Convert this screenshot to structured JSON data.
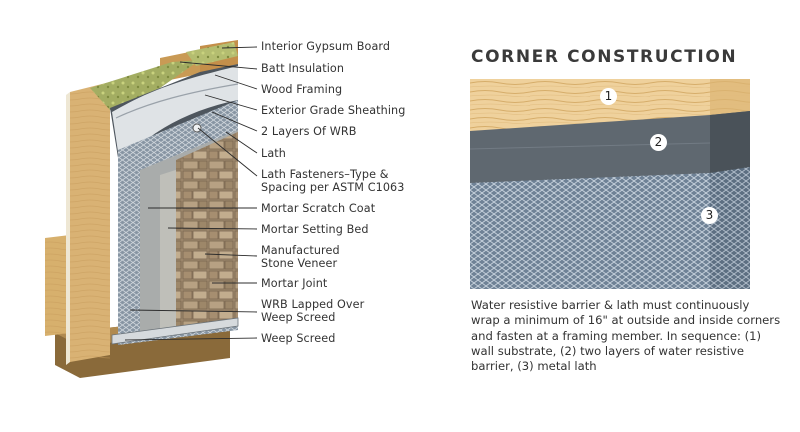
{
  "wall_section": {
    "callouts": [
      "Interior Gypsum Board",
      "Batt Insulation",
      "Wood Framing",
      "Exterior Grade Sheathing",
      "2 Layers Of WRB",
      "Lath",
      "Lath Fasteners–Type &\nSpacing per ASTM C1063",
      "Mortar Scratch Coat",
      "Mortar Setting Bed",
      "Manufactured\nStone Veneer",
      "Mortar Joint",
      "WRB Lapped Over\nWeep Screed",
      "Weep Screed"
    ]
  },
  "corner_construction": {
    "title": "CORNER CONSTRUCTION",
    "markers": [
      "1",
      "2",
      "3"
    ],
    "caption": "Water resistive barrier & lath must continuously wrap a minimum of 16\" at outside and inside corners and fasten at a framing member. In sequence: (1) wall substrate, (2) two layers of water resistive barrier, (3) metal lath"
  },
  "colors": {
    "wood": "#e9c98f",
    "wrb": "#5d6670",
    "lath": "#6f8296",
    "insulation": "#9aa45c",
    "stone": "#a08a6e"
  }
}
